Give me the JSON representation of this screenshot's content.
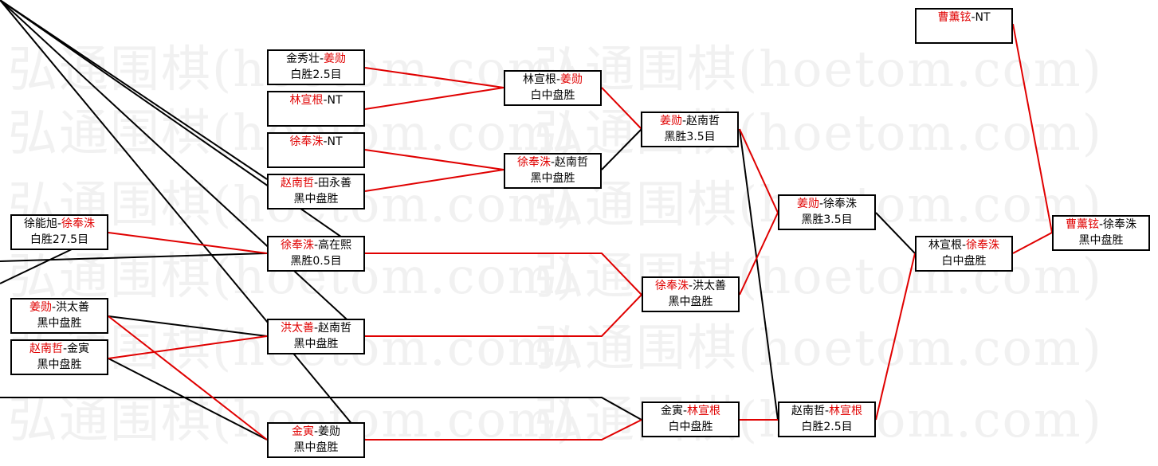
{
  "watermark": "弘通围棋(hoetom.com)",
  "colors": {
    "winner": "#e00000",
    "loser": "#000000"
  },
  "matches": [
    {
      "id": "m1",
      "p1": "金秀壮",
      "p2": "姜勋",
      "winner": 2,
      "result": "白胜2.5目"
    },
    {
      "id": "m2",
      "p1": "林宣根",
      "p2": "NT",
      "winner": 1,
      "result": ""
    },
    {
      "id": "m3",
      "p1": "徐奉洙",
      "p2": "NT",
      "winner": 1,
      "result": ""
    },
    {
      "id": "m4",
      "p1": "赵南哲",
      "p2": "田永善",
      "winner": 1,
      "result": "黑中盘胜"
    },
    {
      "id": "m5",
      "p1": "徐能旭",
      "p2": "徐奉洙",
      "winner": 2,
      "result": "白胜27.5目"
    },
    {
      "id": "m6",
      "p1": "徐奉洙",
      "p2": "高在熙",
      "winner": 1,
      "result": "黑胜0.5目"
    },
    {
      "id": "m7",
      "p1": "姜勋",
      "p2": "洪太善",
      "winner": 1,
      "result": "黑中盘胜"
    },
    {
      "id": "m8",
      "p1": "赵南哲",
      "p2": "金寅",
      "winner": 1,
      "result": "黑中盘胜"
    },
    {
      "id": "m9",
      "p1": "洪太善",
      "p2": "赵南哲",
      "winner": 1,
      "result": "黑中盘胜"
    },
    {
      "id": "m10",
      "p1": "金寅",
      "p2": "姜勋",
      "winner": 1,
      "result": "黑中盘胜"
    },
    {
      "id": "m11",
      "p1": "林宣根",
      "p2": "姜勋",
      "winner": 2,
      "result": "白中盘胜"
    },
    {
      "id": "m12",
      "p1": "徐奉洙",
      "p2": "赵南哲",
      "winner": 1,
      "result": "黑中盘胜"
    },
    {
      "id": "m13",
      "p1": "姜勋",
      "p2": "赵南哲",
      "winner": 1,
      "result": "黑胜3.5目"
    },
    {
      "id": "m14",
      "p1": "徐奉洙",
      "p2": "洪太善",
      "winner": 1,
      "result": "黑中盘胜"
    },
    {
      "id": "m15",
      "p1": "金寅",
      "p2": "林宣根",
      "winner": 2,
      "result": "白中盘胜"
    },
    {
      "id": "m16",
      "p1": "姜勋",
      "p2": "徐奉洙",
      "winner": 1,
      "result": "黑胜3.5目"
    },
    {
      "id": "m17",
      "p1": "赵南哲",
      "p2": "林宣根",
      "winner": 2,
      "result": "白胜2.5目"
    },
    {
      "id": "m18",
      "p1": "曹薰铉",
      "p2": "NT",
      "winner": 1,
      "result": ""
    },
    {
      "id": "m19",
      "p1": "林宣根",
      "p2": "徐奉洙",
      "winner": 2,
      "result": "白中盘胜"
    },
    {
      "id": "m20",
      "p1": "曹薰铉",
      "p2": "徐奉洙",
      "winner": 1,
      "result": "黑中盘胜"
    }
  ]
}
